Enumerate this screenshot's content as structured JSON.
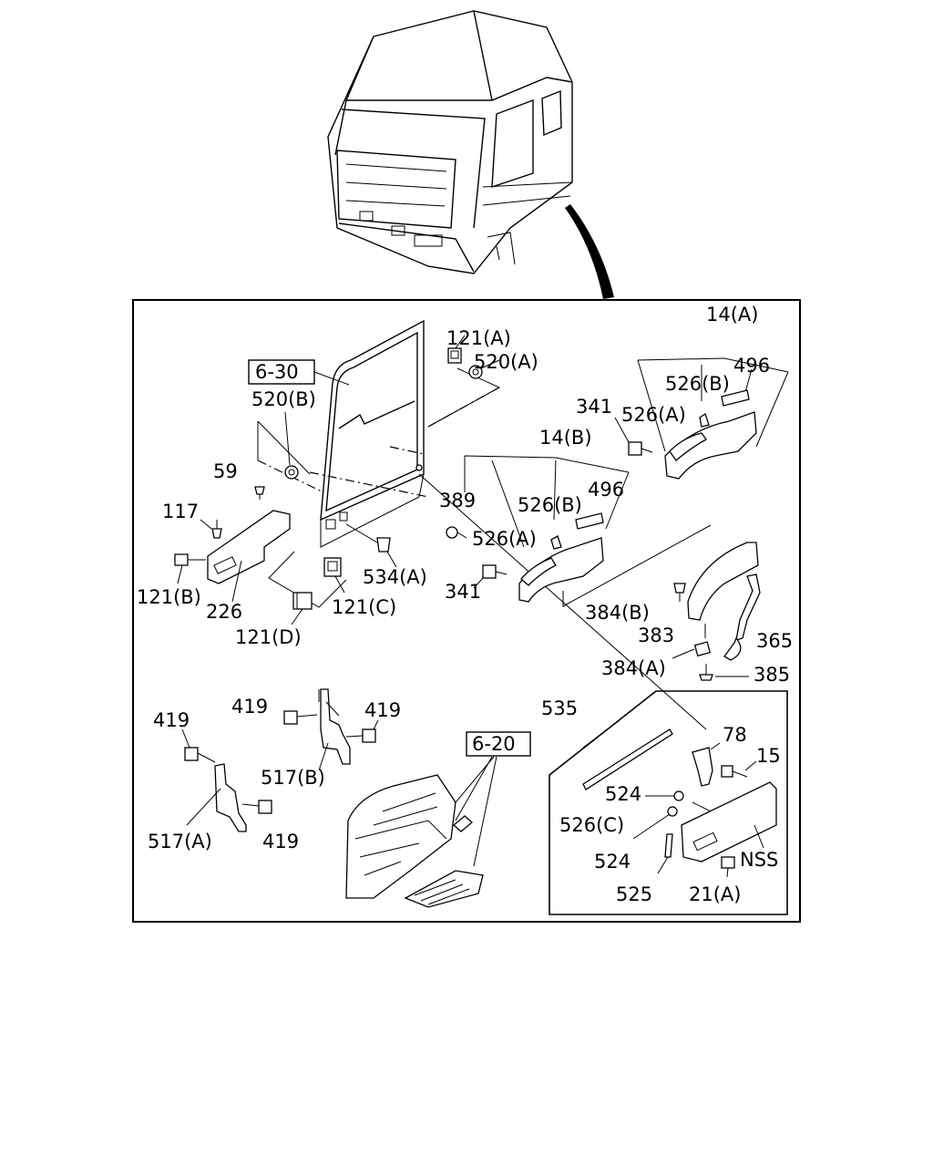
{
  "references": {
    "ref_6_30": "6-30",
    "ref_6_20": "6-20"
  },
  "labels": {
    "l121a": "121(A)",
    "l520a": "520(A)",
    "l14a": "14(A)",
    "l496a": "496",
    "l526ba": "526(B)",
    "l341a": "341",
    "l526aa": "526(A)",
    "l520b": "520(B)",
    "l59": "59",
    "l117": "117",
    "l121b": "121(B)",
    "l226": "226",
    "l121d": "121(D)",
    "l121c": "121(C)",
    "l534a": "534(A)",
    "l14b": "14(B)",
    "l389": "389",
    "l526bb": "526(B)",
    "l496b": "496",
    "l526ab": "526(A)",
    "l341b": "341",
    "l384b": "384(B)",
    "l383": "383",
    "l365": "365",
    "l384a": "384(A)",
    "l385": "385",
    "l419a": "419",
    "l419b": "419",
    "l419c": "419",
    "l419d": "419",
    "l517b": "517(B)",
    "l517a": "517(A)",
    "l535": "535",
    "l78": "78",
    "l15": "15",
    "l524a": "524",
    "l526c": "526(C)",
    "l524b": "524",
    "l525": "525",
    "l21a": "21(A)",
    "lnss": "NSS"
  }
}
